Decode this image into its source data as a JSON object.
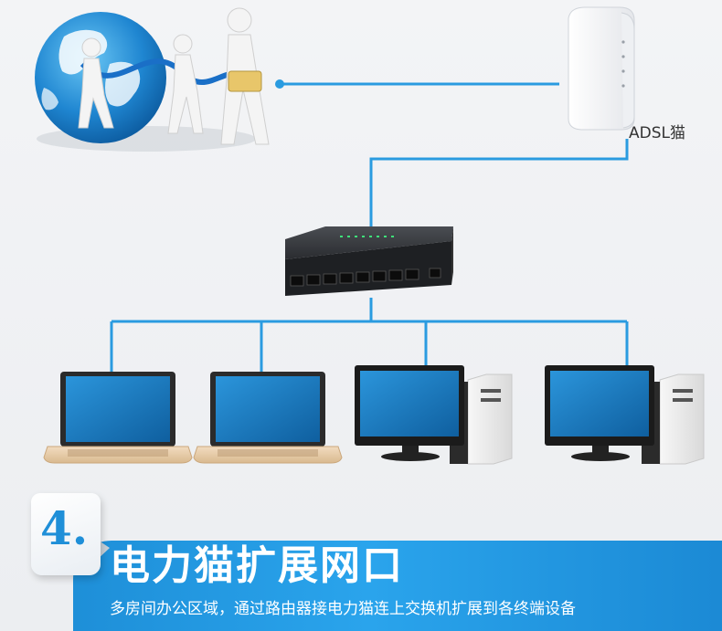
{
  "labels": {
    "adsl_modem": "ADSL猫"
  },
  "banner": {
    "number": "4.",
    "title": "电力猫扩展网口",
    "subtitle": "多房间办公区域，通过路由器接电力猫连上交换机扩展到各终端设备"
  },
  "colors": {
    "line": "#2a9be0",
    "accent": "#1f8fd8",
    "banner_blue": "#2aa4ec",
    "screen_blue": "#1e80c6"
  },
  "devices": {
    "internet": "globe-with-figures",
    "modem": "adsl-modem",
    "switch": "network-switch",
    "terminals": [
      "laptop",
      "laptop",
      "desktop-pc",
      "desktop-pc"
    ]
  }
}
